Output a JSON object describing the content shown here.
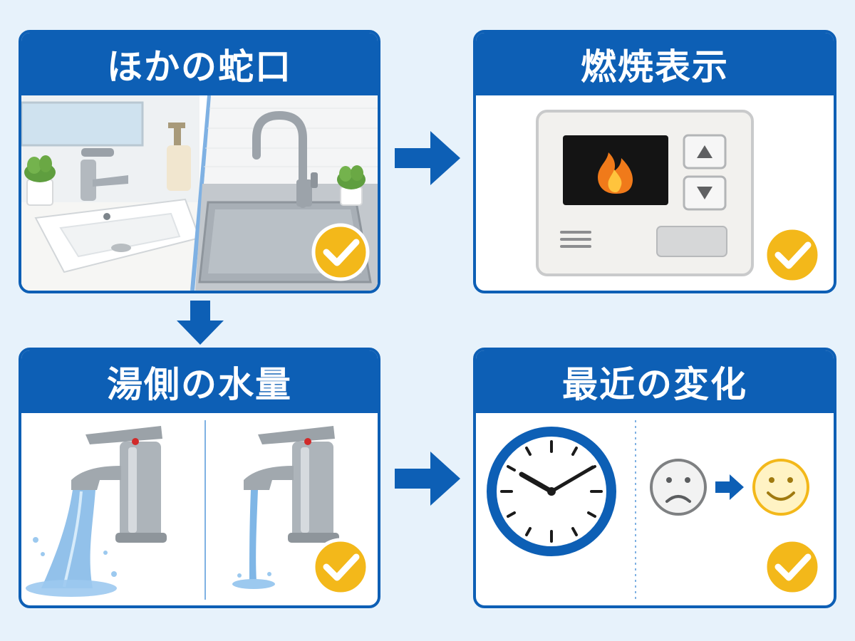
{
  "cards": {
    "other_faucets": {
      "title": "ほかの蛇口"
    },
    "combustion": {
      "title": "燃焼表示"
    },
    "hot_water": {
      "title": "湯側の水量"
    },
    "recent_changes": {
      "title": "最近の変化"
    }
  },
  "colors": {
    "primary": "#0d5fb5",
    "check_badge": "#f3b81a",
    "background": "#e7f2fb",
    "flame": "#f07a1a",
    "water": "#7fb6e6"
  },
  "icons": [
    "check-icon",
    "flame-icon",
    "arrow-up-icon",
    "arrow-down-icon",
    "clock-icon",
    "sad-face-icon",
    "smile-face-icon",
    "arrow-right-icon",
    "arrow-down-icon"
  ]
}
